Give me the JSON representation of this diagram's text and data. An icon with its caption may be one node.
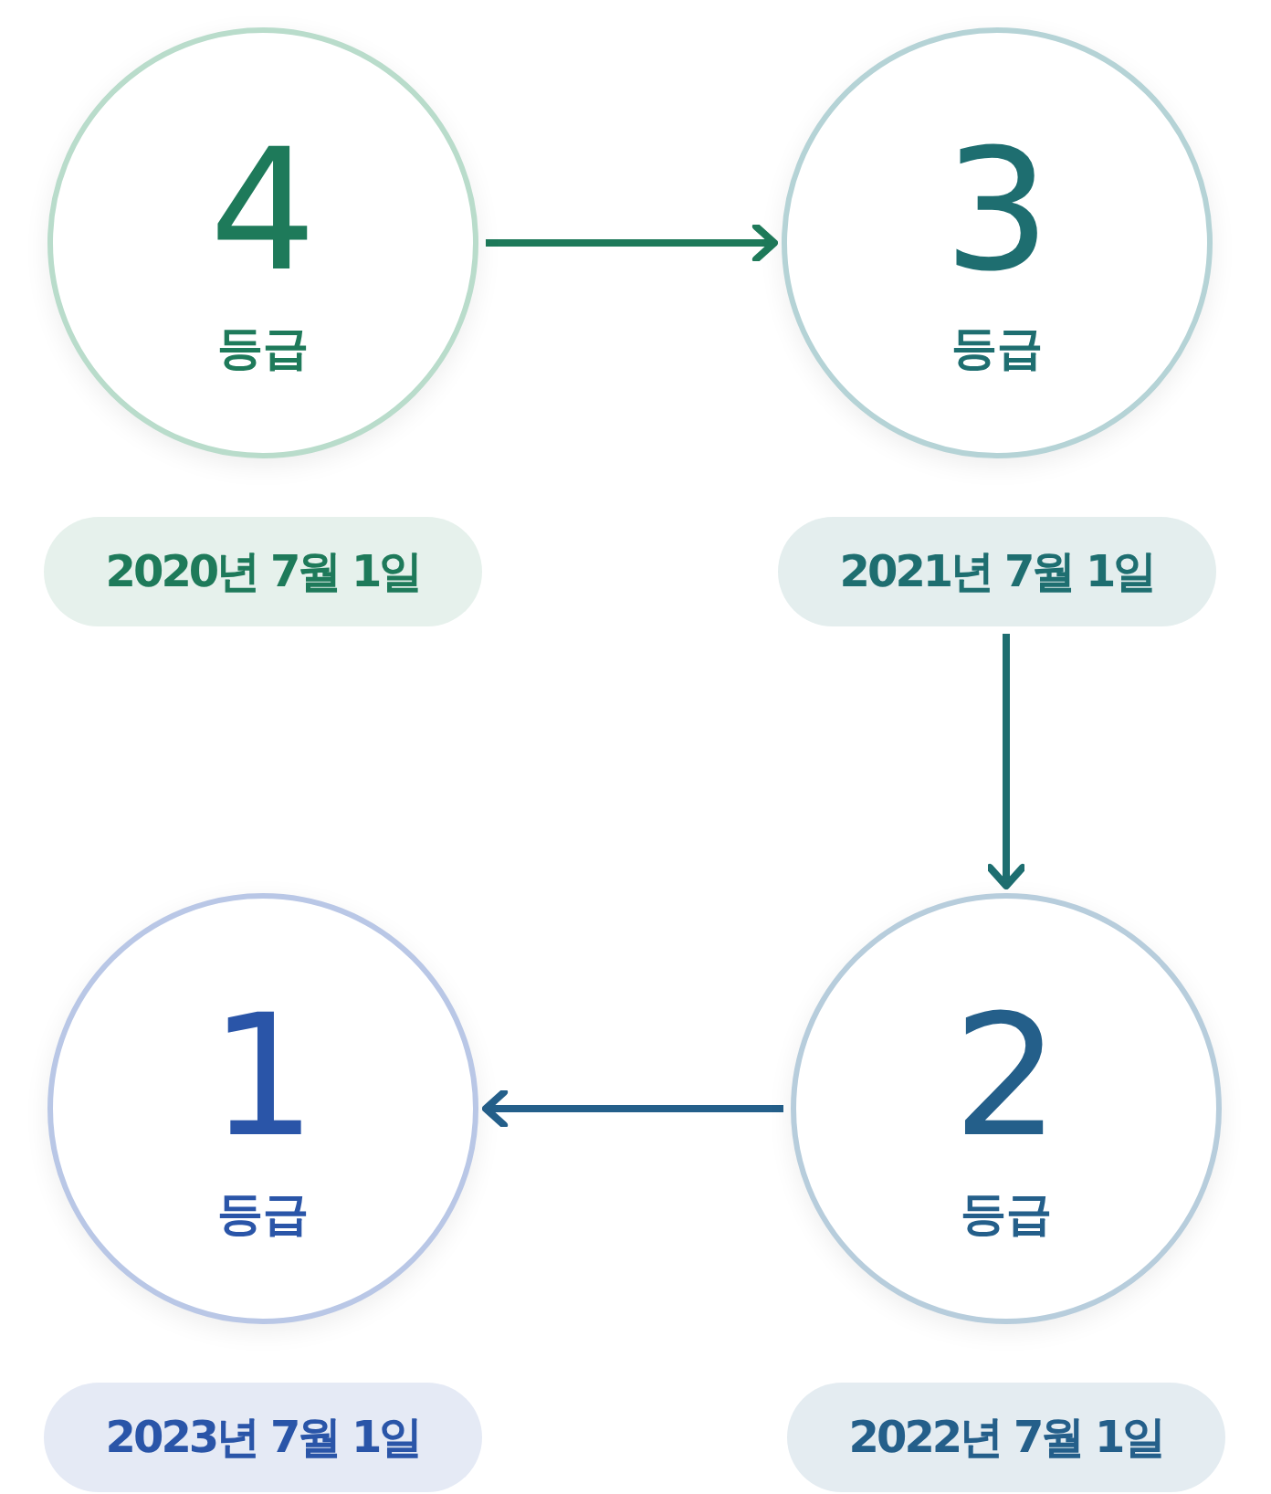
{
  "diagram": {
    "nodes": [
      {
        "text": [
          "4",
          "등급"
        ],
        "beside": [
          "2020년 7월 1일"
        ]
      },
      {
        "text": [
          "3",
          "등급"
        ],
        "beside": [
          "2021년 7월 1일"
        ]
      },
      {
        "text": [
          "1",
          "등급"
        ],
        "beside": [
          "2023년 7월 1일"
        ]
      },
      {
        "text": [
          "2",
          "등급"
        ],
        "beside": [
          "2022년 7월 1일"
        ]
      }
    ],
    "edges": [
      {
        "from": 0,
        "to": 1,
        "arrow": "to",
        "color": "#1e7a5a"
      },
      {
        "from": 1,
        "to": 3,
        "arrow": "to",
        "color": "#1e6e70"
      },
      {
        "from": 3,
        "to": 2,
        "arrow": "to",
        "color": "#245f8a"
      }
    ]
  }
}
